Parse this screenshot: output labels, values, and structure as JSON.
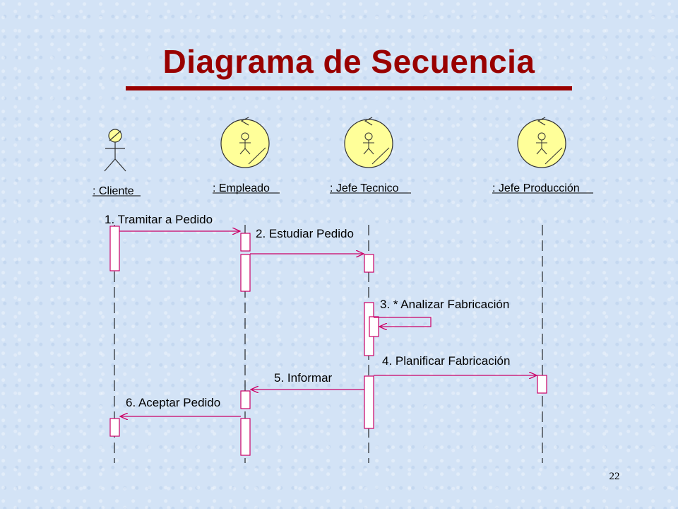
{
  "slide": {
    "title": "Diagrama de Secuencia",
    "page_number": "22"
  },
  "colors": {
    "title": "#990000",
    "arrows": "#cc0066",
    "control_fill": "#ffff99"
  },
  "participants": [
    {
      "label": ": Cliente",
      "kind": "actor",
      "icon": "actor-icon"
    },
    {
      "label": ": Empleado",
      "kind": "control",
      "icon": "control-object-icon"
    },
    {
      "label": ": Jefe Tecnico",
      "kind": "control",
      "icon": "control-object-icon"
    },
    {
      "label": ": Jefe Producción",
      "kind": "control",
      "icon": "control-object-icon"
    }
  ],
  "messages": [
    {
      "label": "1. Tramitar a Pedido",
      "from": ": Cliente",
      "to": ": Empleado"
    },
    {
      "label": "2. Estudiar Pedido",
      "from": ": Empleado",
      "to": ": Jefe Tecnico"
    },
    {
      "label": "3.  * Analizar Fabricación",
      "from": ": Jefe Tecnico",
      "to": ": Jefe Tecnico"
    },
    {
      "label": "4. Planificar Fabricación",
      "from": ": Jefe Tecnico",
      "to": ": Jefe Producción"
    },
    {
      "label": "5. Informar",
      "from": ": Jefe Tecnico",
      "to": ": Empleado"
    },
    {
      "label": "6. Aceptar Pedido",
      "from": ": Empleado",
      "to": ": Cliente"
    }
  ]
}
